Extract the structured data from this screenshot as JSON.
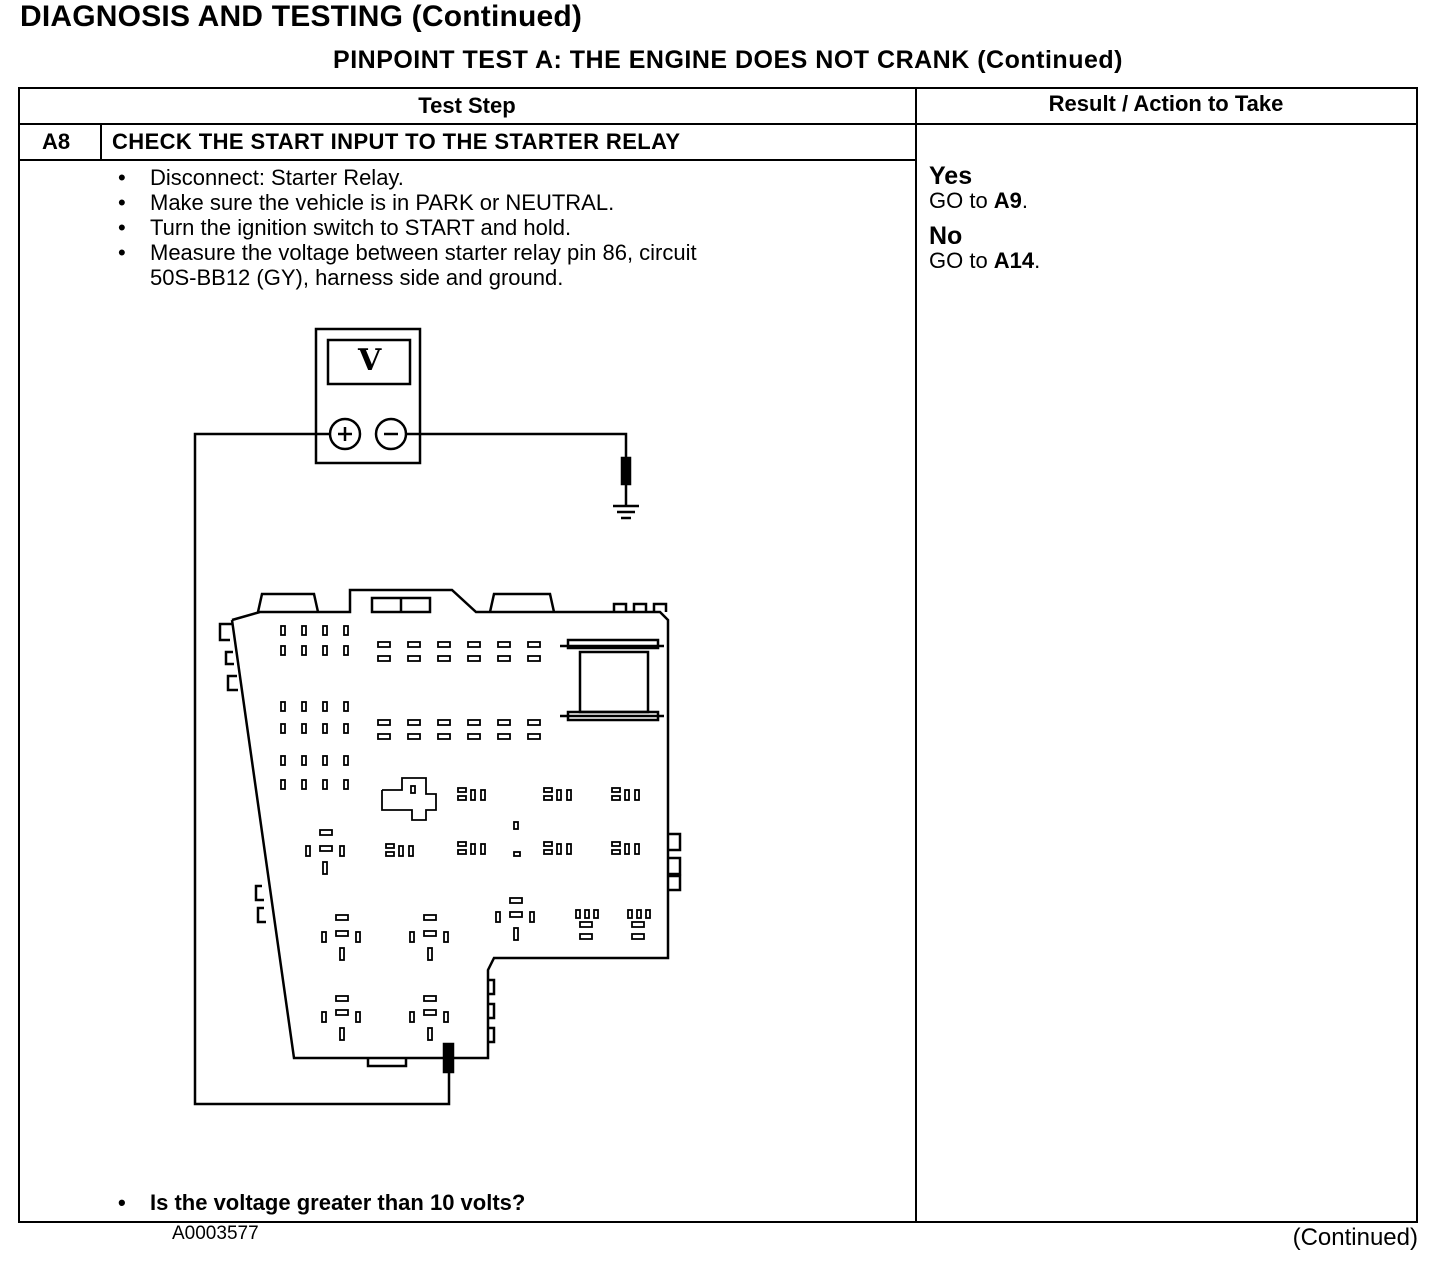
{
  "page_title": "DIAGNOSIS AND TESTING (Continued)",
  "test_title": "PINPOINT TEST  A: THE ENGINE DOES NOT CRANK (Continued)",
  "table": {
    "col_test_step": "Test Step",
    "col_result": "Result / Action to Take"
  },
  "step": {
    "number": "A8",
    "heading": "CHECK THE START INPUT TO THE STARTER RELAY",
    "actions": [
      "Disconnect: Starter Relay.",
      "Make sure the vehicle is in PARK or NEUTRAL.",
      "Turn the ignition switch to START and hold.",
      "Measure the voltage between starter relay pin 86, circuit",
      "50S-BB12 (GY), harness side and ground."
    ],
    "figure_id": "A0003577",
    "meter_symbol": "V",
    "question": "Is the voltage greater than 10 volts?"
  },
  "results": [
    {
      "answer": "Yes",
      "action_prefix": "GO to ",
      "target": "A9",
      "suffix": "."
    },
    {
      "answer": "No",
      "action_prefix": "GO to ",
      "target": "A14",
      "suffix": "."
    }
  ],
  "footer": "(Continued)"
}
